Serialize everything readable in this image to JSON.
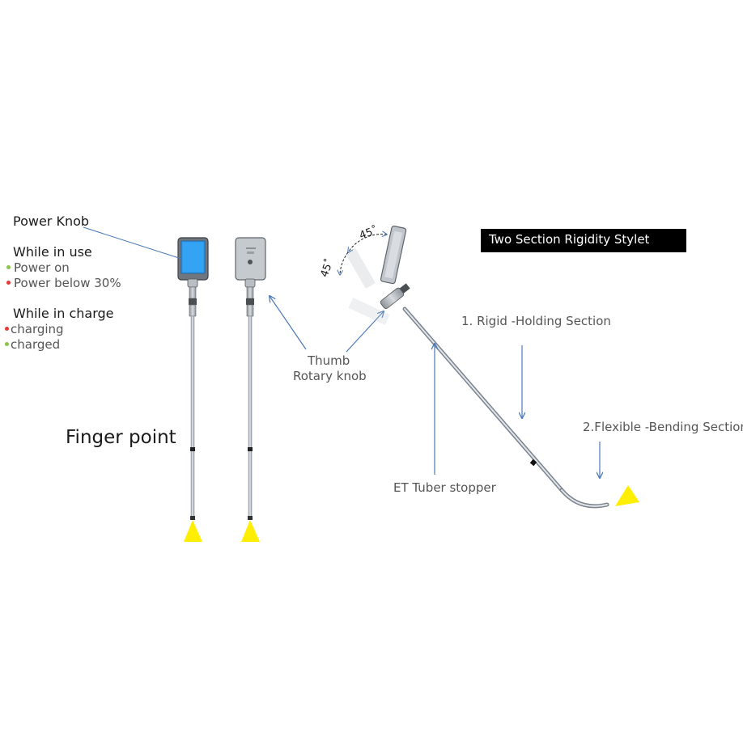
{
  "labels": {
    "power_knob": "Power Knob",
    "while_in_use": "While in use",
    "power_on": "Power on",
    "power_below": "Power below 30%",
    "while_in_charge": "While in charge",
    "charging": "charging",
    "charged": "charged",
    "finger_point": "Finger point",
    "thumb": "Thumb",
    "rotary_knob": "Rotary knob",
    "title": "Two Section Rigidity Stylet",
    "rigid_section": "1. Rigid -Holding Section",
    "flexible_section": "2.Flexible -Bending Section",
    "et_stopper": "ET Tuber stopper",
    "angle_top": "45˚",
    "angle_left": "45˚"
  },
  "colors": {
    "led_green": "#8bc34a",
    "led_red": "#e53935",
    "arrow_blue": "#4a78b8",
    "tip_yellow": "#ffee00",
    "screen_blue": "#2f9bf0",
    "title_bg": "#000000"
  },
  "icons": {
    "tip_marker": "yellow-triangle-icon",
    "status_led": "dot-icon"
  }
}
